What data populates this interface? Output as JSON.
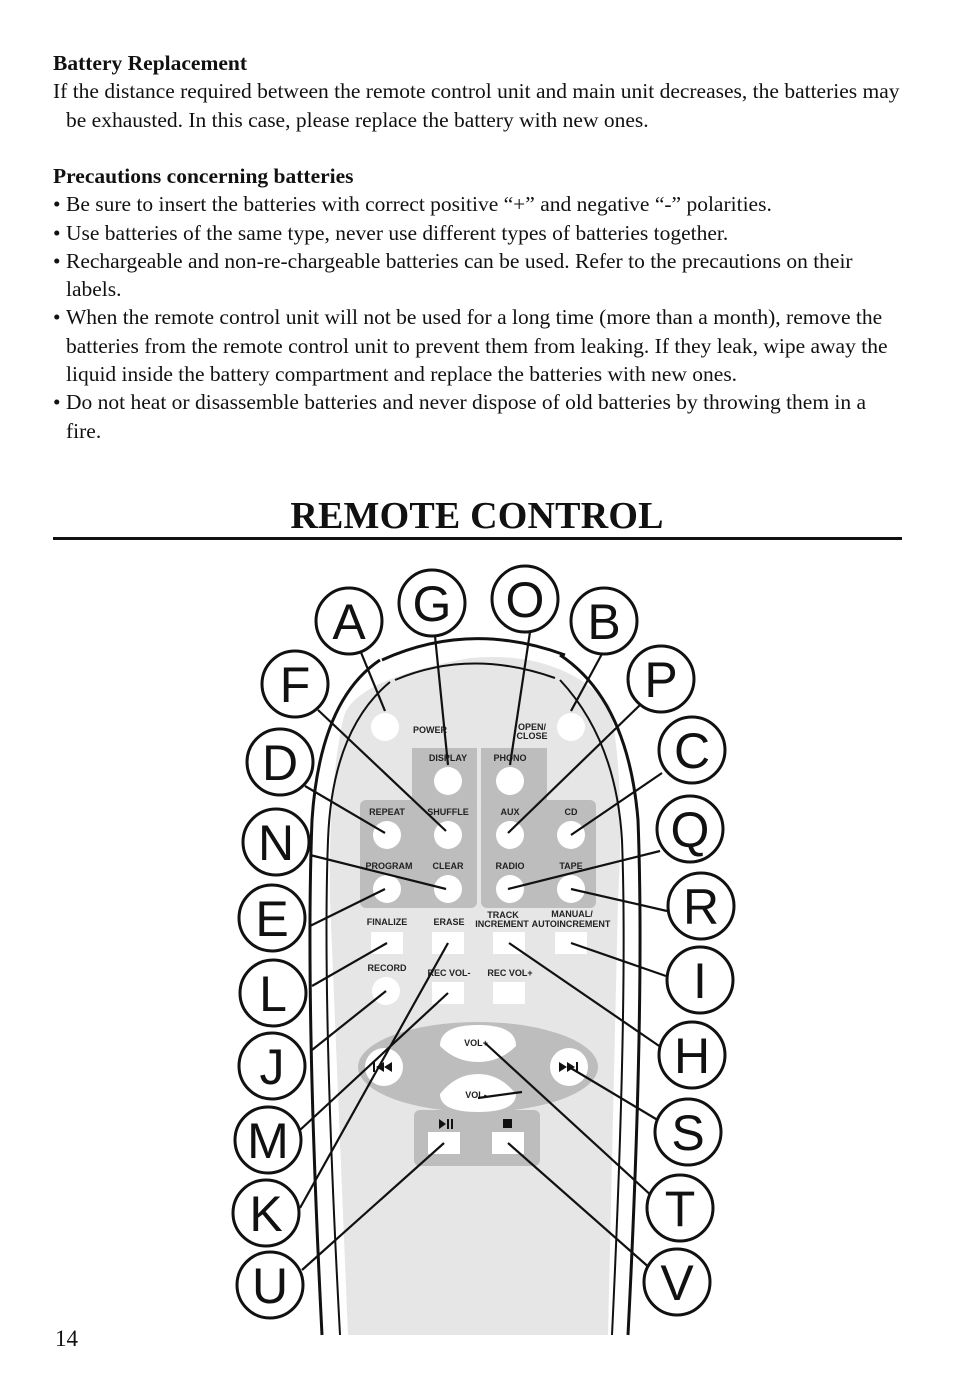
{
  "battery_replacement": {
    "heading": "Battery Replacement",
    "text": "If the distance required between the remote control unit and main unit decreases, the batteries may be exhausted. In this case, please replace the battery with new ones."
  },
  "precautions": {
    "heading": "Precautions concerning batteries",
    "items": [
      "Be sure to insert the batteries with correct positive “+” and negative “-” polarities.",
      "Use batteries of the same type, never use different types of batteries together.",
      "Rechargeable and non-re-chargeable batteries can be used. Refer to the precautions on their labels.",
      "When the remote control unit will not be used for a long time (more than a month), remove the batteries from the remote control unit to prevent them from leaking. If they leak, wipe away the liquid inside the battery compartment and replace the batteries with new ones.",
      "Do not heat or disassemble batteries and never dispose of old batteries by throwing them in a fire."
    ]
  },
  "section_title": "REMOTE CONTROL",
  "page_number": "14",
  "remote": {
    "button_labels": {
      "power": "POWER",
      "open_close_1": "OPEN/",
      "open_close_2": "CLOSE",
      "display": "DISPLAY",
      "phono": "PHONO",
      "repeat": "REPEAT",
      "shuffle": "SHUFFLE",
      "aux": "AUX",
      "cd": "CD",
      "program": "PROGRAM",
      "clear": "CLEAR",
      "radio": "RADIO",
      "tape": "TAPE",
      "finalize": "FINALIZE",
      "erase": "ERASE",
      "track_1": "TRACK",
      "track_2": "INCREMENT",
      "manual_1": "MANUAL/",
      "manual_2": "AUTOINCREMENT",
      "record": "RECORD",
      "rec_vol_minus": "REC  VOL-",
      "rec_vol_plus": "REC VOL+",
      "vol_plus": "VOL+",
      "vol_minus": "VOL-"
    },
    "callouts": {
      "A": "A",
      "G": "G",
      "O": "O",
      "B": "B",
      "F": "F",
      "P": "P",
      "D": "D",
      "C": "C",
      "N": "N",
      "Q": "Q",
      "E": "E",
      "R": "R",
      "L": "L",
      "I": "I",
      "J": "J",
      "H": "H",
      "M": "M",
      "S": "S",
      "K": "K",
      "T": "T",
      "U": "U",
      "V": "V"
    }
  }
}
